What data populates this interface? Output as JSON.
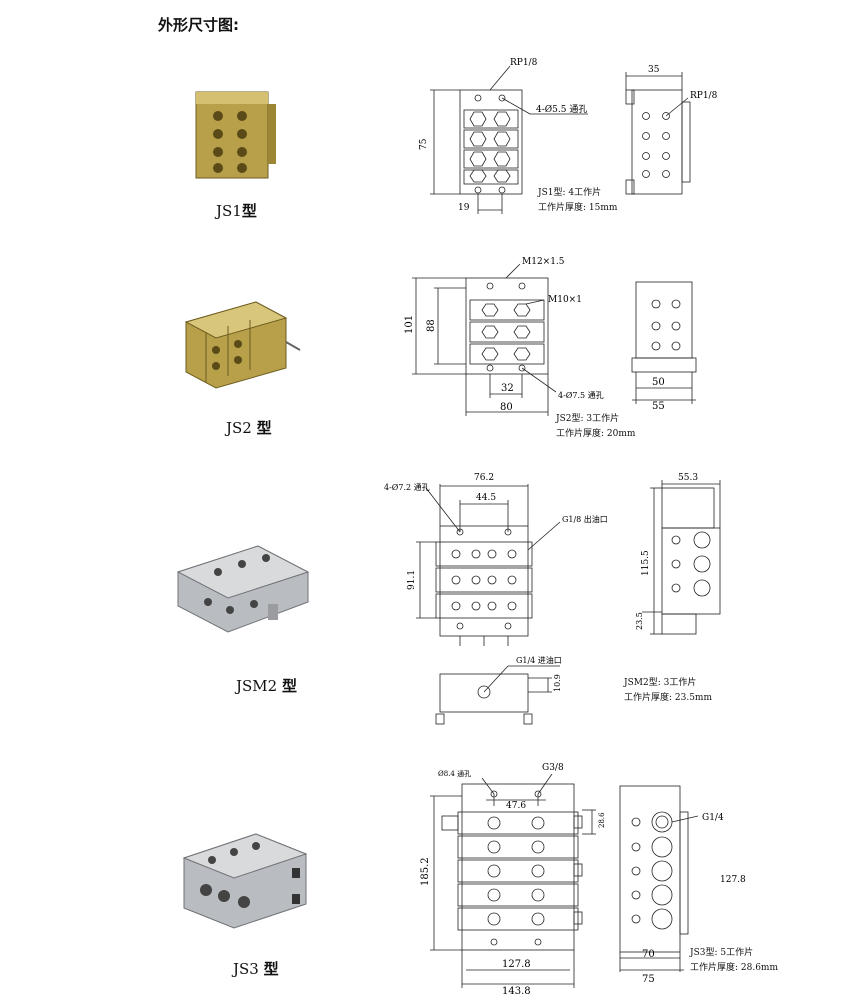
{
  "page_title": "外形尺寸图:",
  "models": [
    {
      "name": "JS1",
      "suffix": "型",
      "annotations": {
        "port": "RP1/8",
        "hole": "4-Ø5.5 通孔",
        "height": "75",
        "pitch": "19",
        "side_width": "35",
        "side_port": "RP1/8"
      },
      "spec_type": "JS1型: 4工作片",
      "spec_thickness": "工作片厚度: 15mm"
    },
    {
      "name": "JS2",
      "suffix": "型",
      "annotations": {
        "thread_top": "M12×1.5",
        "thread_side": "M10×1",
        "height_outer": "101",
        "height_inner": "88",
        "pitch": "32",
        "width": "80",
        "hole": "4-Ø7.5 通孔",
        "side_inner": "50",
        "side_outer": "55"
      },
      "spec_type": "JS2型: 3工作片",
      "spec_thickness": "工作片厚度: 20mm"
    },
    {
      "name": "JSM2",
      "suffix": "型",
      "annotations": {
        "width_outer": "76.2",
        "width_inner": "44.5",
        "hole": "4-Ø7.2 通孔",
        "outlet": "G1/8 出油口",
        "height": "91.1",
        "side_width": "55.3",
        "side_height": "115.5",
        "side_bottom": "23.5",
        "inlet": "G1/4 进油口",
        "inlet_dim": "10.9"
      },
      "spec_type": "JSM2型: 3工作片",
      "spec_thickness": "工作片厚度: 23.5mm"
    },
    {
      "name": "JS3",
      "suffix": "型",
      "annotations": {
        "hole": "Ø8.4 通孔",
        "port_top": "G3/8",
        "pitch": "47.6",
        "small_dim": "28.6",
        "height": "185.2",
        "width_inner": "127.8",
        "width_outer": "143.8",
        "side_port": "G1/4",
        "side_height": "127.8",
        "side_inner": "70",
        "side_outer": "75"
      },
      "spec_type": "JS3型: 5工作片",
      "spec_thickness": "工作片厚度: 28.6mm"
    }
  ],
  "colors": {
    "brass": "#b8a04a",
    "steel": "#b9bcc0",
    "line": "#222222"
  }
}
